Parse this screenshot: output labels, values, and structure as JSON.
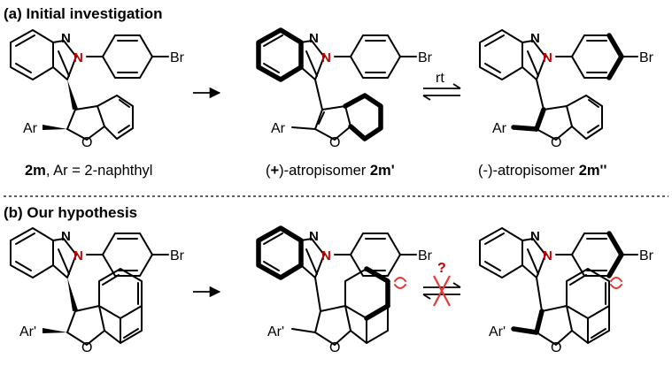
{
  "section_a": {
    "title": "(a) Initial investigation",
    "compound1": {
      "ar_label": "Ar",
      "o_label": "O",
      "n1_label": "N",
      "n2_label": "N",
      "br_label": "Br",
      "cap_bold": "2m",
      "cap_text": ", Ar = 2-naphthyl"
    },
    "compound2": {
      "ar_label": "Ar",
      "o_label": "O",
      "n1_label": "N",
      "n2_label": "N",
      "br_label": "Br",
      "cap_pre": "(",
      "cap_sign": "+",
      "cap_text": ")-atropisomer ",
      "cap_bold": "2m'"
    },
    "compound3": {
      "ar_label": "Ar",
      "o_label": "O",
      "n1_label": "N",
      "n2_label": "N",
      "br_label": "Br",
      "cap_text": "(-)-atropisomer ",
      "cap_bold": "2m''"
    },
    "equilibrium_label": "rt"
  },
  "section_b": {
    "title": "(b) Our hypothesis",
    "compound1": {
      "ar_label": "Ar'",
      "o_label": "O",
      "n1_label": "N",
      "n2_label": "N",
      "br_label": "Br"
    },
    "compound2": {
      "ar_label": "Ar'",
      "o_label": "O",
      "n1_label": "N",
      "n2_label": "N",
      "br_label": "Br"
    },
    "compound3": {
      "ar_label": "Ar'",
      "o_label": "O",
      "n1_label": "N",
      "n2_label": "N",
      "br_label": "Br"
    },
    "equilibrium_label": "?"
  },
  "colors": {
    "nitrogen": "#c00000",
    "clash": "#e53935",
    "ink": "#000000"
  }
}
